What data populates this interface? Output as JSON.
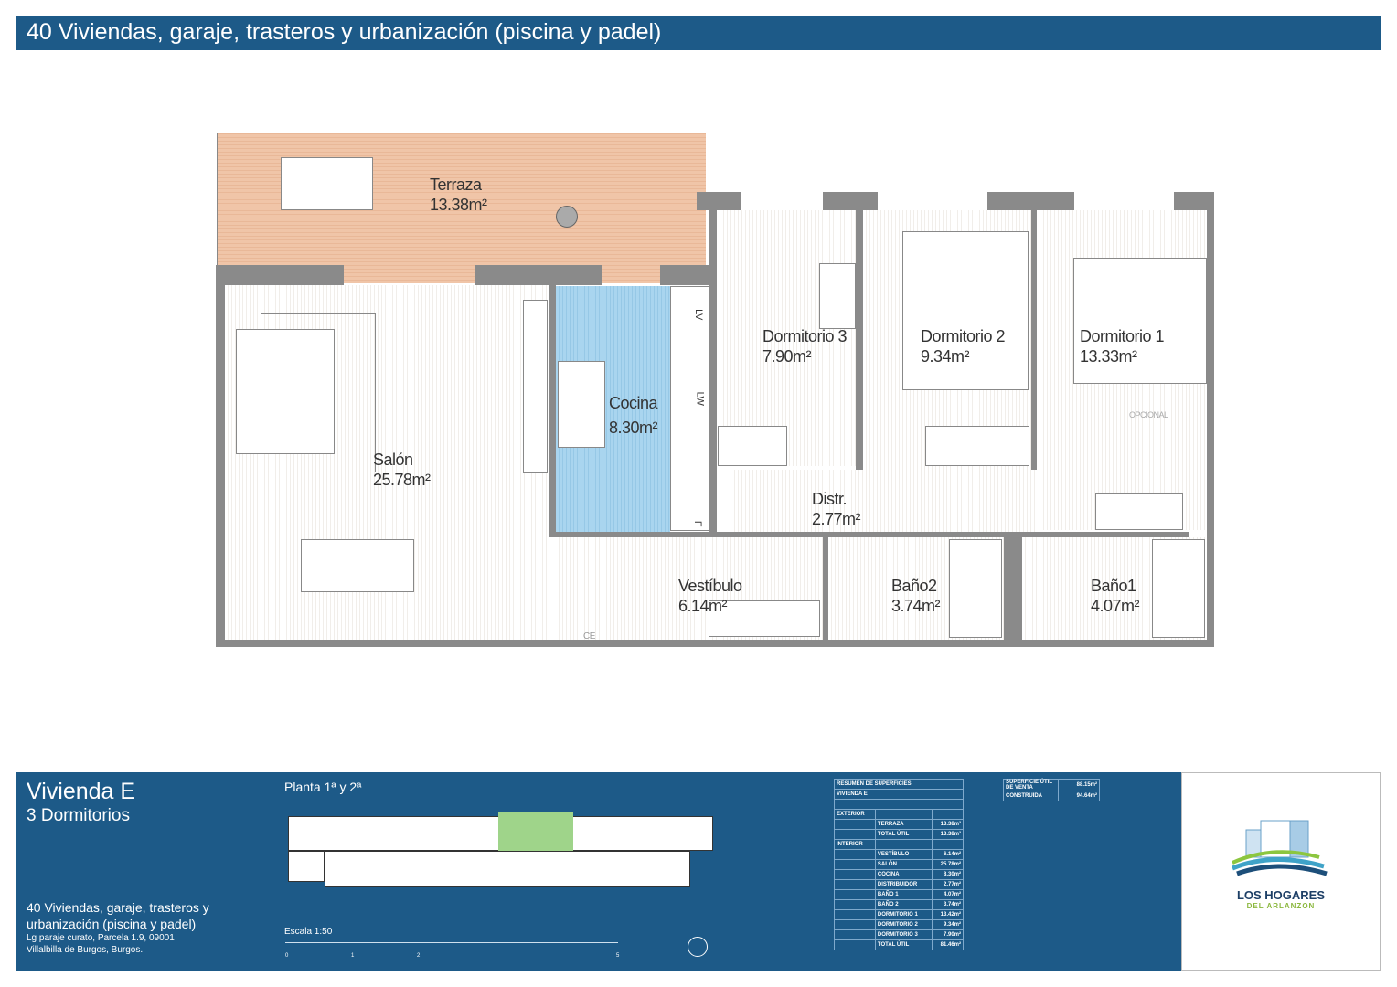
{
  "header": {
    "title": "40 Viviendas, garaje, trasteros y urbanización (piscina y padel)"
  },
  "plan": {
    "rooms": [
      {
        "name": "Terraza",
        "area": "13.38m²"
      },
      {
        "name": "Salón",
        "area": "25.78m²"
      },
      {
        "name": "Cocina",
        "area": "8.30m²"
      },
      {
        "name": "Dormitorio 3",
        "area": "7.90m²"
      },
      {
        "name": "Dormitorio 2",
        "area": "9.34m²"
      },
      {
        "name": "Dormitorio 1",
        "area": "13.33m²"
      },
      {
        "name": "Distr.",
        "area": "2.77m²"
      },
      {
        "name": "Vestíbulo",
        "area": "6.14m²"
      },
      {
        "name": "Baño2",
        "area": "3.74m²"
      },
      {
        "name": "Baño1",
        "area": "4.07m²"
      }
    ],
    "appliances": {
      "lv": "LV",
      "lw": "LW",
      "f": "F",
      "ce": "CE"
    },
    "optional": "OPCIONAL",
    "colors": {
      "terrace": "#f0c5a8",
      "kitchen": "#a9d5ef",
      "wall": "#8a8a8a"
    }
  },
  "panel": {
    "title": "Vivienda E",
    "subtitle": "3 Dormitorios",
    "project": "40 Viviendas, garaje, trasteros y urbanización (piscina y padel)",
    "address1": "Lg paraje curato, Parcela 1.9, 09001",
    "address2": "Villalbilla de Burgos, Burgos.",
    "floor": "Planta 1ª y 2ª",
    "scale": "Escala 1:50",
    "scale_ticks": [
      "0",
      "1",
      "2",
      "5"
    ],
    "summary": {
      "title": "RESUMEN DE SUPERFICIES",
      "unit": "VIVIENDA E",
      "exterior_label": "EXTERIOR",
      "exterior": [
        {
          "k": "TERRAZA",
          "v": "13.38m²"
        },
        {
          "k": "TOTAL ÚTIL",
          "v": "13.38m²"
        }
      ],
      "interior_label": "INTERIOR",
      "interior": [
        {
          "k": "VESTÍBULO",
          "v": "6.14m²"
        },
        {
          "k": "SALÓN",
          "v": "25.78m²"
        },
        {
          "k": "COCINA",
          "v": "8.30m²"
        },
        {
          "k": "DISTRIBUIDOR",
          "v": "2.77m²"
        },
        {
          "k": "BAÑO 1",
          "v": "4.07m²"
        },
        {
          "k": "BAÑO 2",
          "v": "3.74m²"
        },
        {
          "k": "DORMITORIO 1",
          "v": "13.42m²"
        },
        {
          "k": "DORMITORIO 2",
          "v": "9.34m²"
        },
        {
          "k": "DORMITORIO 3",
          "v": "7.90m²"
        }
      ],
      "total": {
        "k": "TOTAL ÚTIL",
        "v": "81.46m²"
      }
    },
    "surface": {
      "sale_label": "SUPERFICIE ÚTIL DE VENTA",
      "sale": "88.15m²",
      "built_label": "CONSTRUIDA",
      "built": "94.64m²"
    }
  },
  "logo": {
    "line1": "LOS HOGARES",
    "line2": "DEL ARLANZON"
  }
}
